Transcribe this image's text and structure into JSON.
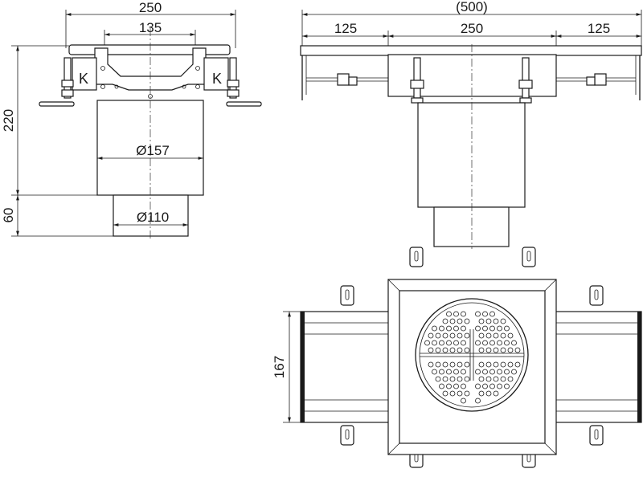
{
  "side_view": {
    "width_total": "250",
    "width_inner": "135",
    "height_body": "220",
    "height_outlet": "60",
    "diameter_body": "Ø157",
    "diameter_outlet": "Ø110"
  },
  "front_view": {
    "width_total": "(500)",
    "segment_left": "125",
    "segment_center": "250",
    "segment_right": "125"
  },
  "plan_view": {
    "channel_width": "167"
  }
}
